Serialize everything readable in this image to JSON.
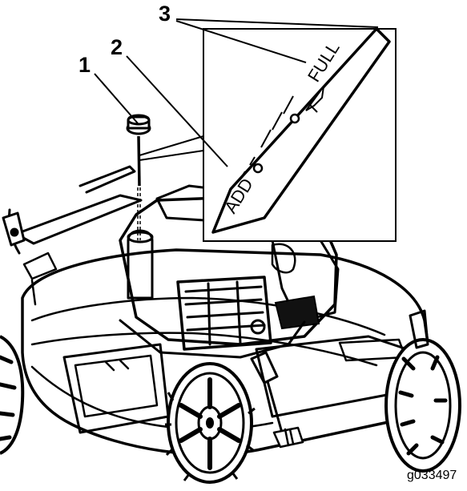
{
  "callouts": {
    "one": "1",
    "two": "2",
    "three": "3"
  },
  "dipstick": {
    "add_label": "ADD",
    "full_label": "FULL"
  },
  "figure_id": "g033497",
  "colors": {
    "ink": "#000000",
    "background": "#ffffff",
    "shadow": "#1a1a1a"
  }
}
